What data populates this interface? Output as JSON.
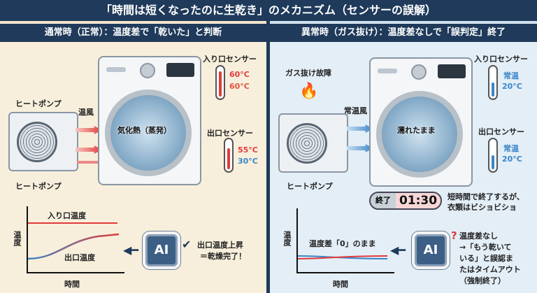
{
  "title": "「時間は短くなったのに生乾き」のメカニズム（センサーの誤解）",
  "left": {
    "header": "通常時（正常）：温度差で「乾いた」と判断",
    "heat_pump_top": "ヒートポンプ",
    "heat_pump_bottom": "ヒートポンプ",
    "airflow": "温風",
    "drum_text": "気化熱（蒸発）",
    "inlet_sensor": "入り口センサー",
    "inlet_temp_1": "60°C",
    "inlet_temp_2": "60°C",
    "outlet_sensor": "出口センサー",
    "outlet_temp_1": "55°C",
    "outlet_temp_2": "30°C",
    "graph": {
      "ylabel": "温度",
      "xlabel": "時間",
      "inlet_line": "入り口温度",
      "outlet_line": "出口温度"
    },
    "ai": "AI",
    "ai_result": "出口温度上昇",
    "ai_result_2": "＝乾燥完了！"
  },
  "right": {
    "header": "異常時（ガス抜け）：温度差なしで「誤判定」終了",
    "fault": "ガス抜け故障",
    "heat_pump": "ヒートポンプ",
    "airflow": "常温風",
    "drum_text": "濡れたまま",
    "inlet_sensor": "入り口センサー",
    "inlet_temp_1": "常温",
    "inlet_temp_2": "20°C",
    "outlet_sensor": "出口センサー",
    "outlet_temp_1": "常温",
    "outlet_temp_2": "20°C",
    "timer_label": "終了",
    "timer_value": "01:30",
    "timer_note_1": "短時間で終了するが、",
    "timer_note_2": "衣類はビショビショ",
    "graph": {
      "ylabel": "温度",
      "xlabel": "時間",
      "note": "温度差「0」のまま"
    },
    "ai": "AI",
    "ai_q": "?",
    "ai_result_lines": [
      "温度差なし",
      "→「もう乾いて",
      "いる」と誤認ま",
      "たはタイムアウト",
      "（強制終了）"
    ]
  },
  "colors": {
    "navy": "#1f3a5a",
    "hot": "#e23a3a",
    "cold": "#3a86c8"
  }
}
